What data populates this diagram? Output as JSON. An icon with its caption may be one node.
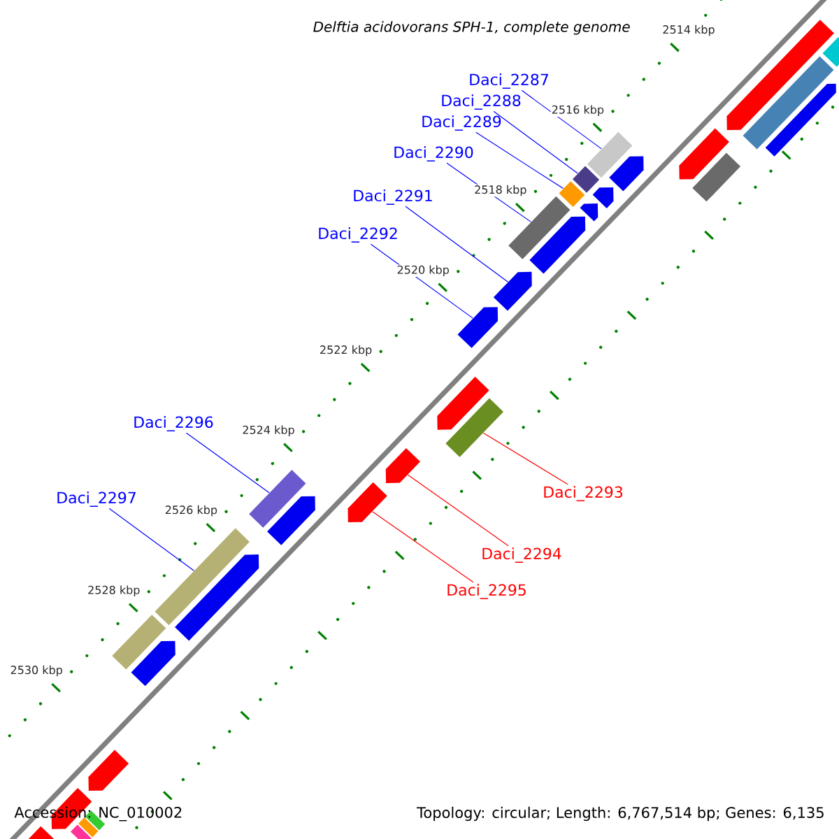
{
  "diagram": {
    "title": "Delftia acidovorans SPH-1, complete genome",
    "nodes": [
      {
        "text": [
          "Daci_2287"
        ]
      },
      {
        "text": [
          "Daci_2288"
        ]
      },
      {
        "text": [
          "Daci_2289"
        ]
      },
      {
        "text": [
          "Daci_2290"
        ]
      },
      {
        "text": [
          "Daci_2291"
        ]
      },
      {
        "text": [
          "Daci_2292"
        ]
      },
      {
        "text": [
          "Daci_2296"
        ]
      },
      {
        "text": [
          "Daci_2297"
        ]
      },
      {
        "text": [
          "Daci_2293"
        ]
      },
      {
        "text": [
          "Daci_2294"
        ]
      },
      {
        "text": [
          "Daci_2295"
        ]
      },
      {
        "text": [],
        "shape": "bar"
      },
      {
        "text": [],
        "shape": "diamond"
      },
      {
        "text": [],
        "shape": "diamond"
      },
      {
        "text": [],
        "shape": "bar"
      },
      {
        "text": [],
        "shape": "arrow"
      },
      {
        "text": [],
        "shape": "arrow"
      },
      {
        "text": [],
        "shape": "bar"
      },
      {
        "text": [],
        "shape": "bar"
      },
      {
        "text": [],
        "shape": "bar"
      },
      {
        "text": [],
        "shape": "arrow"
      },
      {
        "text": [],
        "shape": "arrow"
      },
      {
        "text": [],
        "shape": "diamond"
      },
      {
        "text": [],
        "shape": "arrow"
      },
      {
        "text": [],
        "shape": "arrow"
      },
      {
        "text": [],
        "shape": "bar"
      },
      {
        "text": [],
        "shape": "arrow"
      },
      {
        "text": [],
        "shape": "arrow"
      },
      {
        "text": [],
        "shape": "bar"
      },
      {
        "text": [],
        "shape": "arrow"
      },
      {
        "text": [],
        "shape": "arrow"
      },
      {
        "text": [],
        "shape": "arrow"
      },
      {
        "text": [],
        "shape": "arrow"
      },
      {
        "text": [],
        "shape": "arrow"
      },
      {
        "text": [],
        "shape": "arrow"
      },
      {
        "text": [],
        "shape": "arrow"
      },
      {
        "text": [],
        "shape": "arrow"
      },
      {
        "text": [],
        "shape": "arrow"
      },
      {
        "text": [],
        "shape": "bar"
      },
      {
        "text": [],
        "shape": "bar"
      },
      {
        "text": [],
        "shape": "arrow"
      },
      {
        "text": [],
        "shape": "bar"
      }
    ],
    "edges": [
      {
        "from": 0,
        "to": 11,
        "arrow": "none"
      },
      {
        "from": 1,
        "to": 12,
        "arrow": "none"
      },
      {
        "from": 2,
        "to": 13,
        "arrow": "none"
      },
      {
        "from": 3,
        "to": 14,
        "arrow": "none"
      },
      {
        "from": 4,
        "to": 15,
        "arrow": "none"
      },
      {
        "from": 5,
        "to": 16,
        "arrow": "none"
      },
      {
        "from": 6,
        "to": 17,
        "arrow": "none"
      },
      {
        "from": 7,
        "to": 18,
        "arrow": "none"
      },
      {
        "from": 8,
        "to": 19,
        "arrow": "none",
        "color": "#ff0000"
      },
      {
        "from": 9,
        "to": 20,
        "arrow": "none",
        "color": "#ff0000"
      },
      {
        "from": 10,
        "to": 21,
        "arrow": "none",
        "color": "#ff0000"
      }
    ],
    "labels": [
      "2514 kbp",
      "2516 kbp",
      "2518 kbp",
      "2520 kbp",
      "2522 kbp",
      "2524 kbp",
      "2526 kbp",
      "2528 kbp",
      "2530 kbp",
      "Accession: NC_010002",
      "Topology: circular; Length: 6,767,514 bp; Genes: 6,135"
    ]
  }
}
